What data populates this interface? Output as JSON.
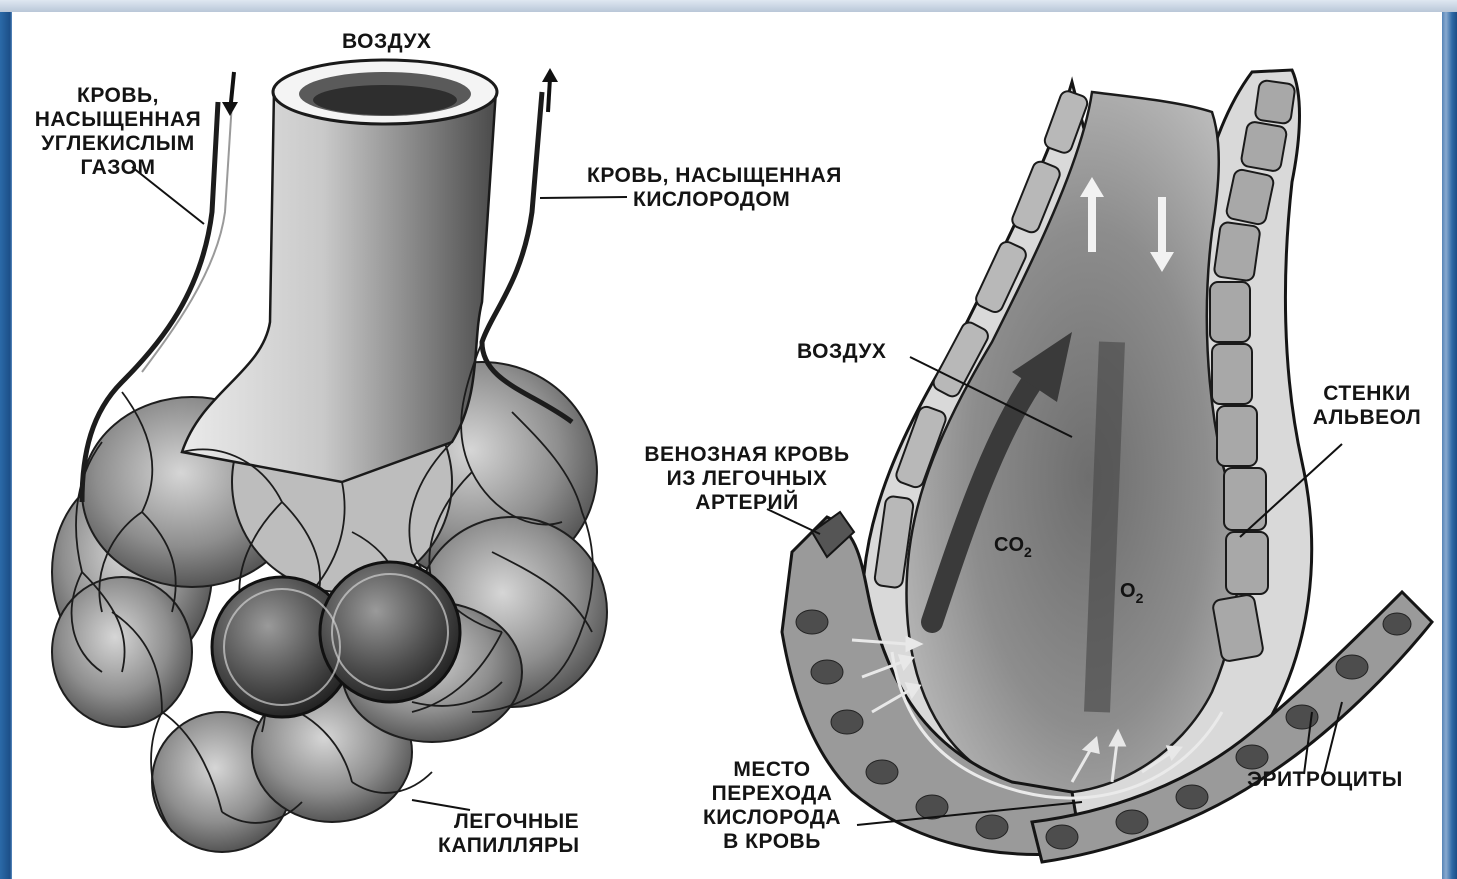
{
  "labels": {
    "air_top": "ВОЗДУХ",
    "blood_co2": [
      "КРОВЬ,",
      "НАСЫЩЕННАЯ",
      "УГЛЕКИСЛЫМ",
      "ГАЗОМ"
    ],
    "blood_o2": [
      "КРОВЬ, НАСЫЩЕННАЯ",
      "КИСЛОРОДОМ"
    ],
    "lung_capillaries": [
      "ЛЕГОЧНЫЕ",
      "КАПИЛЛЯРЫ"
    ],
    "air_alveolus": "ВОЗДУХ",
    "alveoli_walls": [
      "СТЕНКИ",
      "АЛЬВЕОЛ"
    ],
    "venous_blood": [
      "ВЕНОЗНАЯ КРОВЬ",
      "ИЗ ЛЕГОЧНЫХ",
      "АРТЕРИЙ"
    ],
    "exchange_site": [
      "МЕСТО",
      "ПЕРЕХОДА",
      "КИСЛОРОДА",
      "В КРОВЬ"
    ],
    "erythrocytes": "ЭРИТРОЦИТЫ"
  },
  "gases": {
    "co2": {
      "base": "CO",
      "sub": "2"
    },
    "o2": {
      "base": "O",
      "sub": "2"
    }
  },
  "colors": {
    "frame": "#1a4f86",
    "ink": "#141414",
    "tissue_dark": "#3b3b3b",
    "tissue_mid": "#8a8a8a",
    "tissue_light": "#cfcfcf"
  }
}
